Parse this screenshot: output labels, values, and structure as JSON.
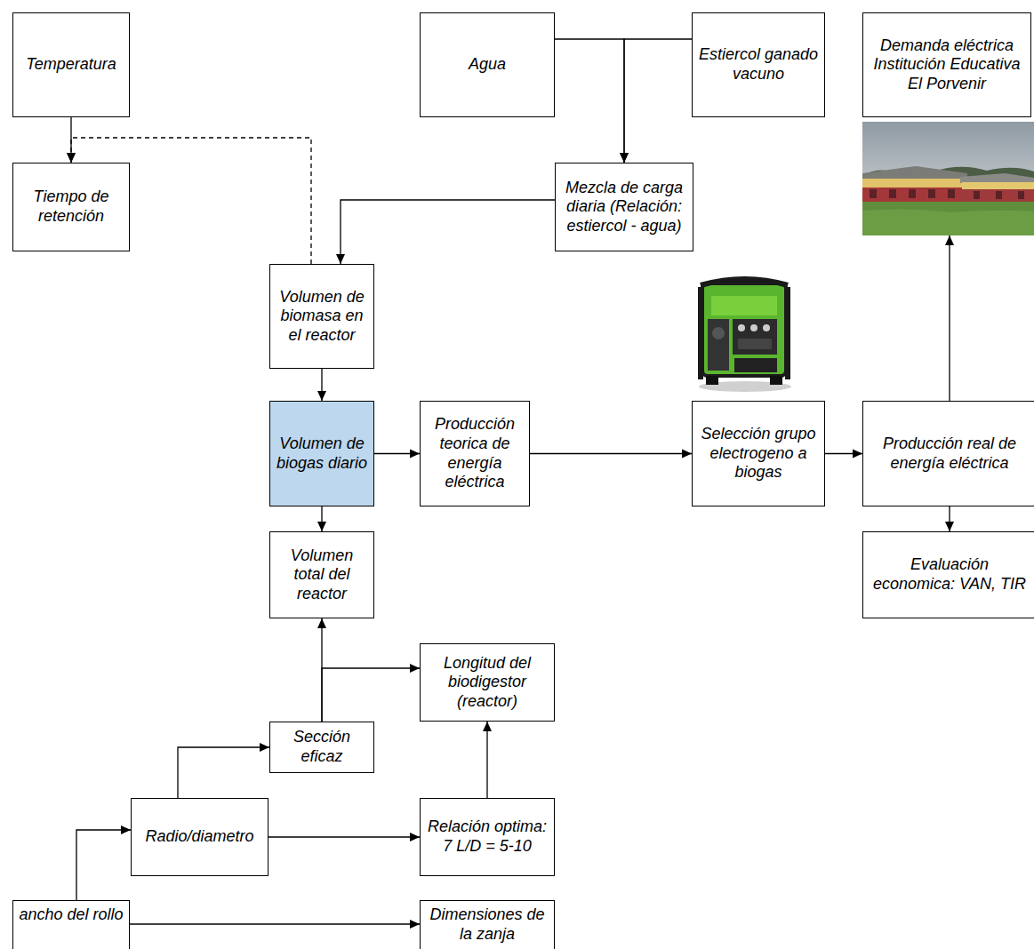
{
  "diagram": {
    "nodes": [
      {
        "text": [
          "Temperatura"
        ]
      },
      {
        "text": [
          "Agua"
        ]
      },
      {
        "text": [
          "Estiercol ganado vacuno"
        ]
      },
      {
        "text": [
          "Demanda eléctrica Institución Educativa El Porvenir"
        ]
      },
      {
        "text": [
          "Tiempo de retención"
        ]
      },
      {
        "text": [
          "Mezcla de carga diaria (Relación: estiercol - agua)"
        ]
      },
      {
        "text": [
          "Volumen de biomasa en el reactor"
        ]
      },
      {
        "text": [
          "Volumen de biogas diario"
        ]
      },
      {
        "text": [
          "Producción teorica de energía eléctrica"
        ]
      },
      {
        "text": [
          "Selección grupo electrogeno a biogas"
        ]
      },
      {
        "text": [
          "Producción real de energía eléctrica"
        ]
      },
      {
        "text": [
          "Volumen total del reactor"
        ]
      },
      {
        "text": [
          "Evaluación economica: VAN, TIR"
        ]
      },
      {
        "text": [
          "Longitud del biodigestor (reactor)"
        ]
      },
      {
        "text": [
          "Sección eficaz"
        ]
      },
      {
        "text": [
          "Radio/diametro"
        ]
      },
      {
        "text": [
          "Relación optima: 7 L/D = 5-10"
        ]
      },
      {
        "text": [
          "ancho del rollo"
        ]
      },
      {
        "text": [
          "Dimensiones de la zanja"
        ]
      }
    ],
    "edges": [
      {
        "from": 0,
        "to": 4,
        "arrow": "to"
      },
      {
        "from": 6,
        "to": 4,
        "arrow": "to"
      },
      {
        "from": 1,
        "to": 5,
        "arrow": "to"
      },
      {
        "from": 2,
        "to": 5,
        "arrow": "to"
      },
      {
        "from": 5,
        "to": 6,
        "arrow": "to"
      },
      {
        "from": 6,
        "to": 7,
        "arrow": "to"
      },
      {
        "from": 7,
        "to": 8,
        "arrow": "to"
      },
      {
        "from": 8,
        "to": 9,
        "arrow": "to"
      },
      {
        "from": 9,
        "to": 10,
        "arrow": "to"
      },
      {
        "from": 10,
        "to": 3,
        "arrow": "to"
      },
      {
        "from": 10,
        "to": 12,
        "arrow": "to"
      },
      {
        "from": 7,
        "to": 11,
        "arrow": "to"
      },
      {
        "from": 14,
        "to": 11,
        "arrow": "to"
      },
      {
        "from": 14,
        "to": 13,
        "arrow": "to"
      },
      {
        "from": 16,
        "to": 13,
        "arrow": "to"
      },
      {
        "from": 15,
        "to": 14,
        "arrow": "to"
      },
      {
        "from": 15,
        "to": 16,
        "arrow": "to"
      },
      {
        "from": 17,
        "to": 15,
        "arrow": "to"
      },
      {
        "from": 17,
        "to": 18,
        "arrow": "to"
      }
    ]
  }
}
